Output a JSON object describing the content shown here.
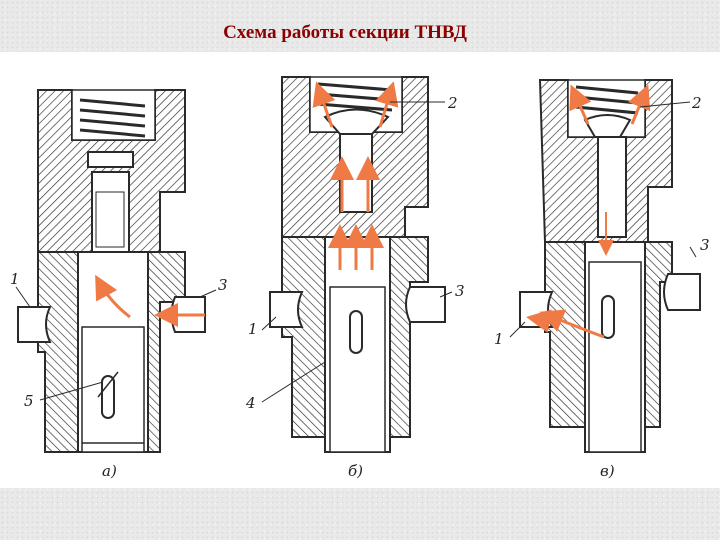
{
  "title": "Схема работы секции ТНВД",
  "colors": {
    "title": "#8b0000",
    "arrow": "#f07a45",
    "metal": "#2a2a2a"
  },
  "figures": [
    {
      "caption": "а)",
      "callouts": [
        "1",
        "3",
        "5"
      ]
    },
    {
      "caption": "б)",
      "callouts": [
        "2",
        "1",
        "3",
        "4"
      ]
    },
    {
      "caption": "в)",
      "callouts": [
        "2",
        "3",
        "1"
      ]
    }
  ]
}
